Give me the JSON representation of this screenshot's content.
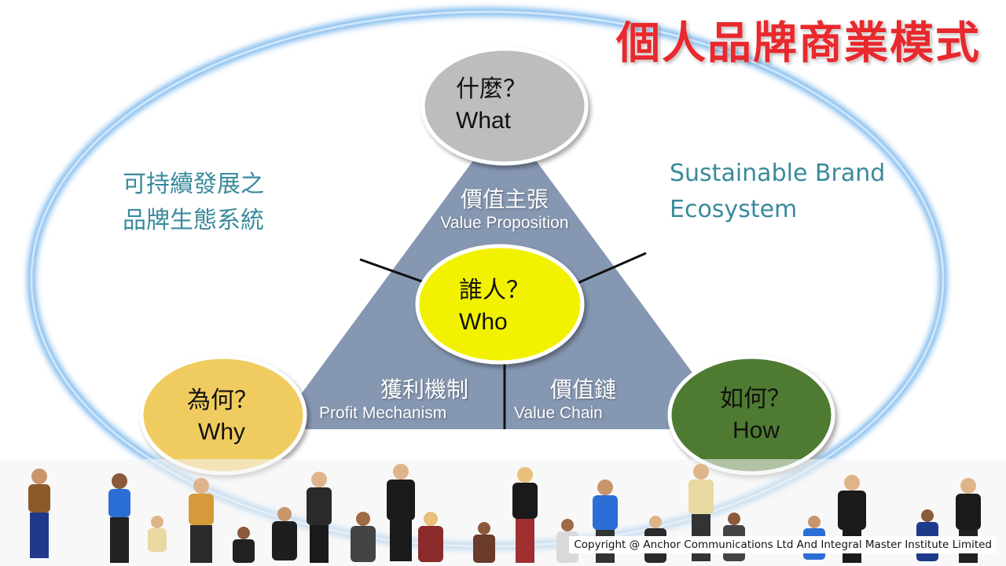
{
  "title": "個人品牌商業模式",
  "left_caption": [
    "可持續發展之",
    "品牌生態系統"
  ],
  "right_caption": [
    "Sustainable Brand",
    "Ecosystem"
  ],
  "segments": {
    "top": {
      "zh": "價值主張",
      "en": "Value Proposition"
    },
    "left": {
      "zh": "獲利機制",
      "en": "Profit Mechanism"
    },
    "right": {
      "zh": "價值鏈",
      "en": "Value Chain"
    }
  },
  "nodes": {
    "what": {
      "zh": "什麼？",
      "en": "What",
      "color": "#bdbdbd"
    },
    "who": {
      "zh": "誰人？",
      "en": "Who",
      "color": "#f2f200"
    },
    "why": {
      "zh": "為何？",
      "en": "Why",
      "color": "#f0cc60"
    },
    "how": {
      "zh": "如何？",
      "en": "How",
      "color": "#4f7a30"
    }
  },
  "colors": {
    "triangle": "#8697b2",
    "ellipse": "#5aa6e8",
    "title": "#e8292d",
    "caption": "#3a8a9c"
  },
  "copyright": "Copyright @ Anchor Communications Ltd And Integral Master Institute Limited"
}
